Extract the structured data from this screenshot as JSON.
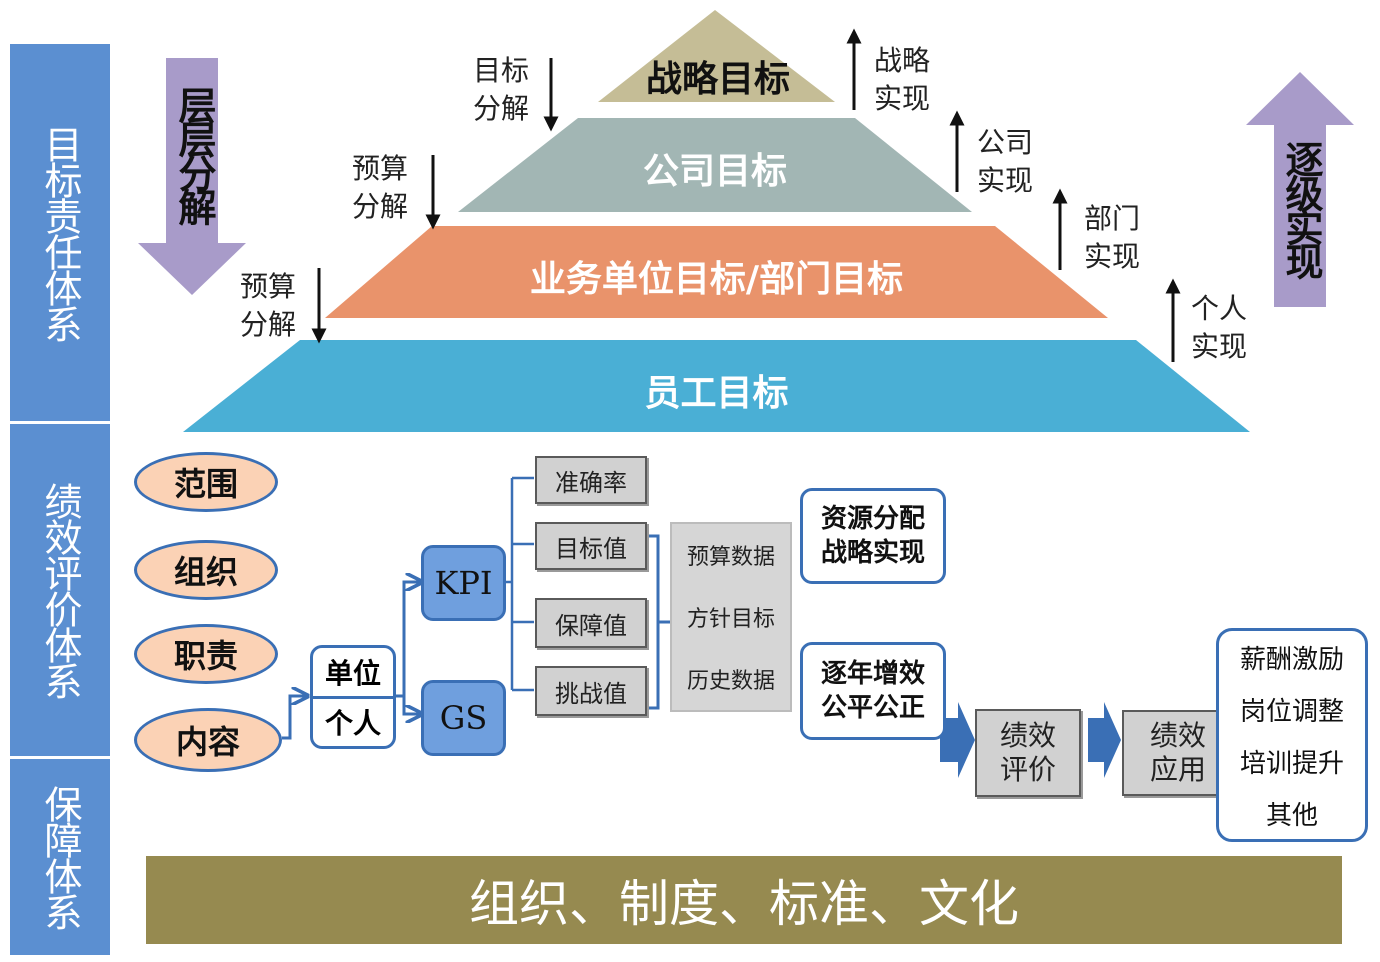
{
  "side": {
    "target_system": "目标责任体系",
    "eval_system": "绩效评价体系",
    "guarantee_system": "保障体系"
  },
  "pyramid": {
    "strategic": "战略目标",
    "company": "公司目标",
    "unit": "业务单位目标/部门目标",
    "employee": "员工目标"
  },
  "down_notes": {
    "target_decompose": [
      "目标",
      "分解"
    ],
    "budget_decompose_1": [
      "预算",
      "分解"
    ],
    "budget_decompose_2": [
      "预算",
      "分解"
    ]
  },
  "up_notes": {
    "strategy_realize": [
      "战略",
      "实现"
    ],
    "company_realize": [
      "公司",
      "实现"
    ],
    "dept_realize": [
      "部门",
      "实现"
    ],
    "personal_realize": [
      "个人",
      "实现"
    ]
  },
  "arrows": {
    "layer_decompose": "层层分解",
    "step_realize": "逐级实现"
  },
  "evaluation": {
    "scope_items": [
      "范围",
      "组织",
      "职责",
      "内容"
    ],
    "unit": "单位",
    "individual": "个人",
    "kpi": "KPI",
    "gs": "GS",
    "metrics": [
      "准确率",
      "目标值",
      "保障值",
      "挑战值"
    ],
    "data_sources": [
      "预算数据",
      "方针目标",
      "历史数据"
    ],
    "box1": [
      "资源分配",
      "战略实现"
    ],
    "box2": [
      "逐年增效",
      "公平公正"
    ],
    "eval_step": [
      "绩效",
      "评价"
    ],
    "apply_step": [
      "绩效",
      "应用"
    ],
    "applications": [
      "薪酬激励",
      "岗位调整",
      "培训提升",
      "其他"
    ]
  },
  "guarantee": "组织、制度、标准、文化",
  "colors": {
    "side_blue": "#5b8fd1",
    "strategic": "#c5bd96",
    "company": "#a2b6b4",
    "unit": "#e9936b",
    "employee": "#4aafd5",
    "purple": "#a89bc9",
    "scope_fill": "#fbd2b5",
    "guarantee_bar": "#968a50"
  }
}
